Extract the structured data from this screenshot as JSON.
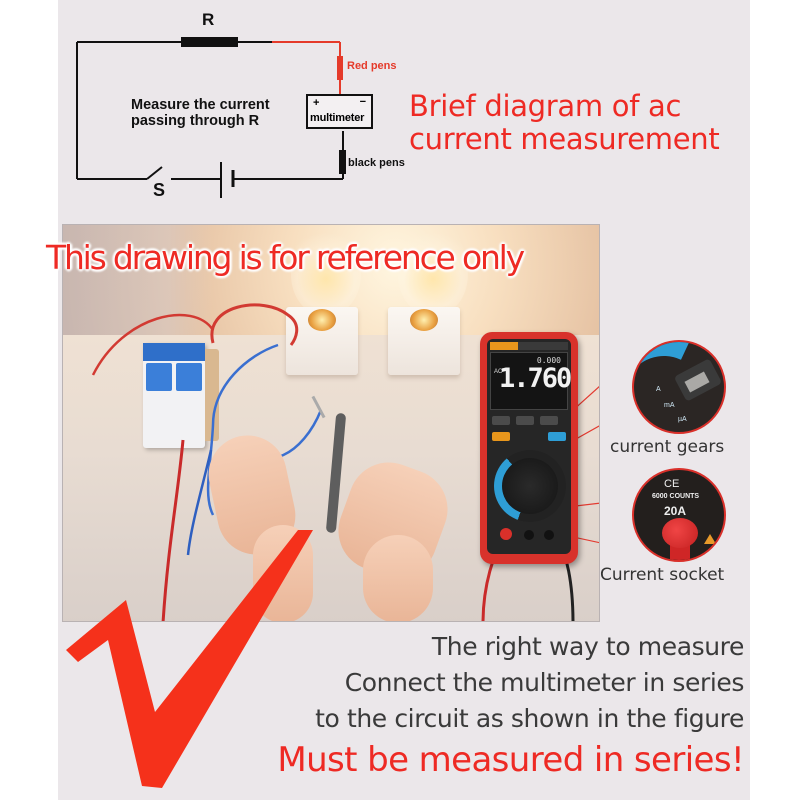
{
  "circuit_diagram": {
    "resistor_label": "R",
    "switch_label": "S",
    "red_probe_label": "Red pens",
    "black_probe_label": "black pens",
    "meter_box": {
      "plus": "+",
      "minus": "−",
      "label": "multimeter"
    },
    "instruction_line1": "Measure the current",
    "instruction_line2": "passing through R",
    "colors": {
      "wire": "#111111",
      "red_wire": "#e53a2a"
    }
  },
  "title": {
    "line1": "Brief diagram of ac",
    "line2": "current measurement",
    "color": "#ee2a24"
  },
  "photo": {
    "overlay_note": "This drawing is for reference only",
    "multimeter_display": {
      "reading": "1.760",
      "small_reading": "0.000",
      "mode": "AC"
    }
  },
  "callouts": [
    {
      "id": "gears",
      "label": "current gears",
      "marks": [
        "A",
        "mA",
        "µA"
      ]
    },
    {
      "id": "socket",
      "label": "Current socket",
      "ce": "CE",
      "counts": "6000 COUNTS",
      "amp": "20A"
    }
  ],
  "instructions": {
    "line1": "The right way to measure",
    "line2": "Connect the multimeter in series",
    "line3": "to the circuit as shown in the figure",
    "warning": "Must be measured in series!",
    "check_icon_color": "#f5311b",
    "text_color": "#3a3a3a"
  }
}
